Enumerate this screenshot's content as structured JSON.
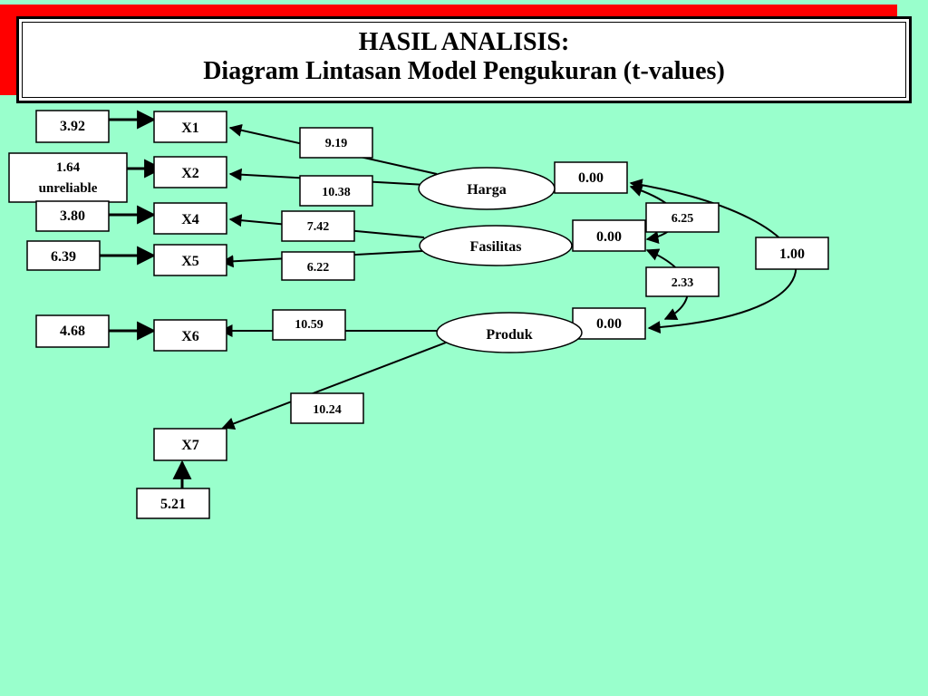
{
  "title": {
    "line1": "HASIL ANALISIS:",
    "line2": "Diagram Lintasan Model Pengukuran (t-values)"
  },
  "colors": {
    "background": "#99ffcc",
    "accent_bar": "#ff0000",
    "box_fill": "#ffffff",
    "line": "#000000"
  },
  "nodes": {
    "x1": "X1",
    "x2": "X2",
    "x4": "X4",
    "x5": "X5",
    "x6": "X6",
    "x7": "X7",
    "harga": "Harga",
    "fasilitas": "Fasilitas",
    "produk": "Produk"
  },
  "error_values": {
    "x1": "3.92",
    "x2_value": "1.64",
    "x2_note": "unreliable",
    "x4": "3.80",
    "x5": "6.39",
    "x6": "4.68",
    "x7": "5.21"
  },
  "loadings": {
    "harga_x1": "9.19",
    "harga_x2": "10.38",
    "fasilitas_x4": "7.42",
    "fasilitas_x5": "6.22",
    "produk_x6": "10.59",
    "produk_x7": "10.24"
  },
  "construct_values": {
    "harga": "0.00",
    "fasilitas": "0.00",
    "produk": "0.00"
  },
  "correlations": {
    "harga_fasilitas": "6.25",
    "fasilitas_produk": "2.33",
    "harga_produk": "1.00"
  }
}
